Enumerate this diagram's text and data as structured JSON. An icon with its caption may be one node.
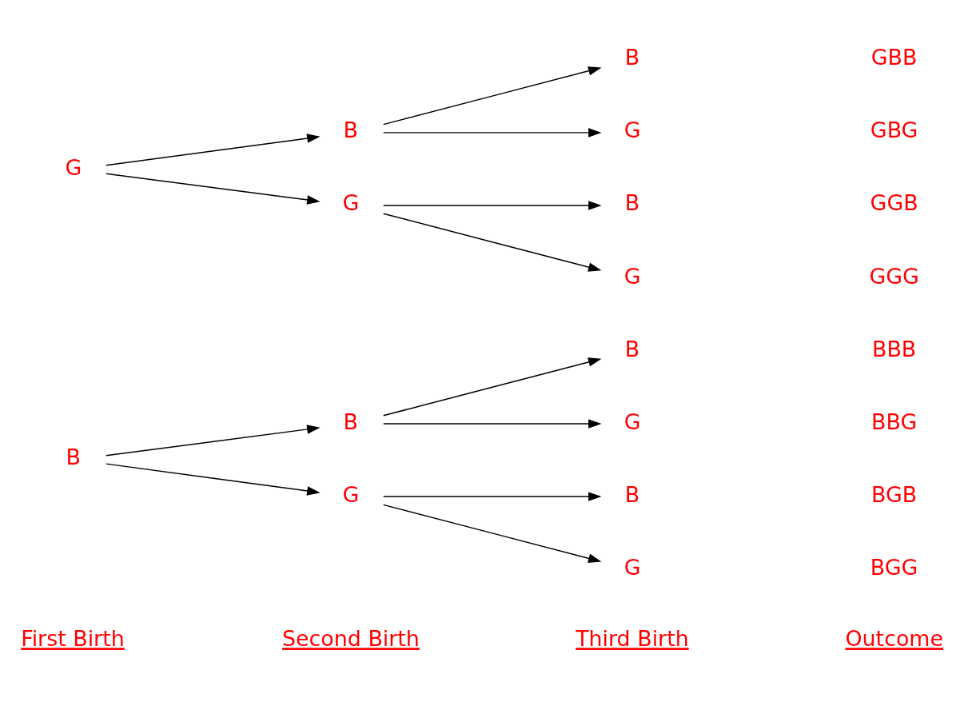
{
  "diagram": {
    "nodes": [
      {
        "text": [
          "B"
        ]
      },
      {
        "text": [
          "G"
        ]
      },
      {
        "text": [
          "B"
        ]
      },
      {
        "text": [
          "G"
        ]
      },
      {
        "text": [
          "B"
        ]
      },
      {
        "text": [
          "G"
        ]
      },
      {
        "text": [
          "B"
        ]
      },
      {
        "text": [
          "G"
        ]
      },
      {
        "text": [
          "B"
        ]
      },
      {
        "text": [
          "G"
        ]
      },
      {
        "text": [
          "B"
        ]
      },
      {
        "text": [
          "G"
        ]
      },
      {
        "text": [
          "B"
        ]
      },
      {
        "text": [
          "G"
        ]
      }
    ],
    "edges": [
      {
        "from": 0,
        "to": 2,
        "arrow": "to"
      },
      {
        "from": 0,
        "to": 3,
        "arrow": "to"
      },
      {
        "from": 1,
        "to": 4,
        "arrow": "to"
      },
      {
        "from": 1,
        "to": 5,
        "arrow": "to"
      },
      {
        "from": 2,
        "to": 6,
        "arrow": "to"
      },
      {
        "from": 2,
        "to": 7,
        "arrow": "to"
      },
      {
        "from": 3,
        "to": 8,
        "arrow": "to"
      },
      {
        "from": 3,
        "to": 9,
        "arrow": "to"
      },
      {
        "from": 4,
        "to": 10,
        "arrow": "to"
      },
      {
        "from": 4,
        "to": 11,
        "arrow": "to"
      },
      {
        "from": 5,
        "to": 12,
        "arrow": "to"
      },
      {
        "from": 5,
        "to": 13,
        "arrow": "to"
      }
    ],
    "labels": [
      "First Birth",
      "Second Birth",
      "Third Birth",
      "Outcome",
      "BBB",
      "BBG",
      "BGB",
      "BGG",
      "GBB",
      "GBG",
      "GGB",
      "GGG"
    ]
  }
}
